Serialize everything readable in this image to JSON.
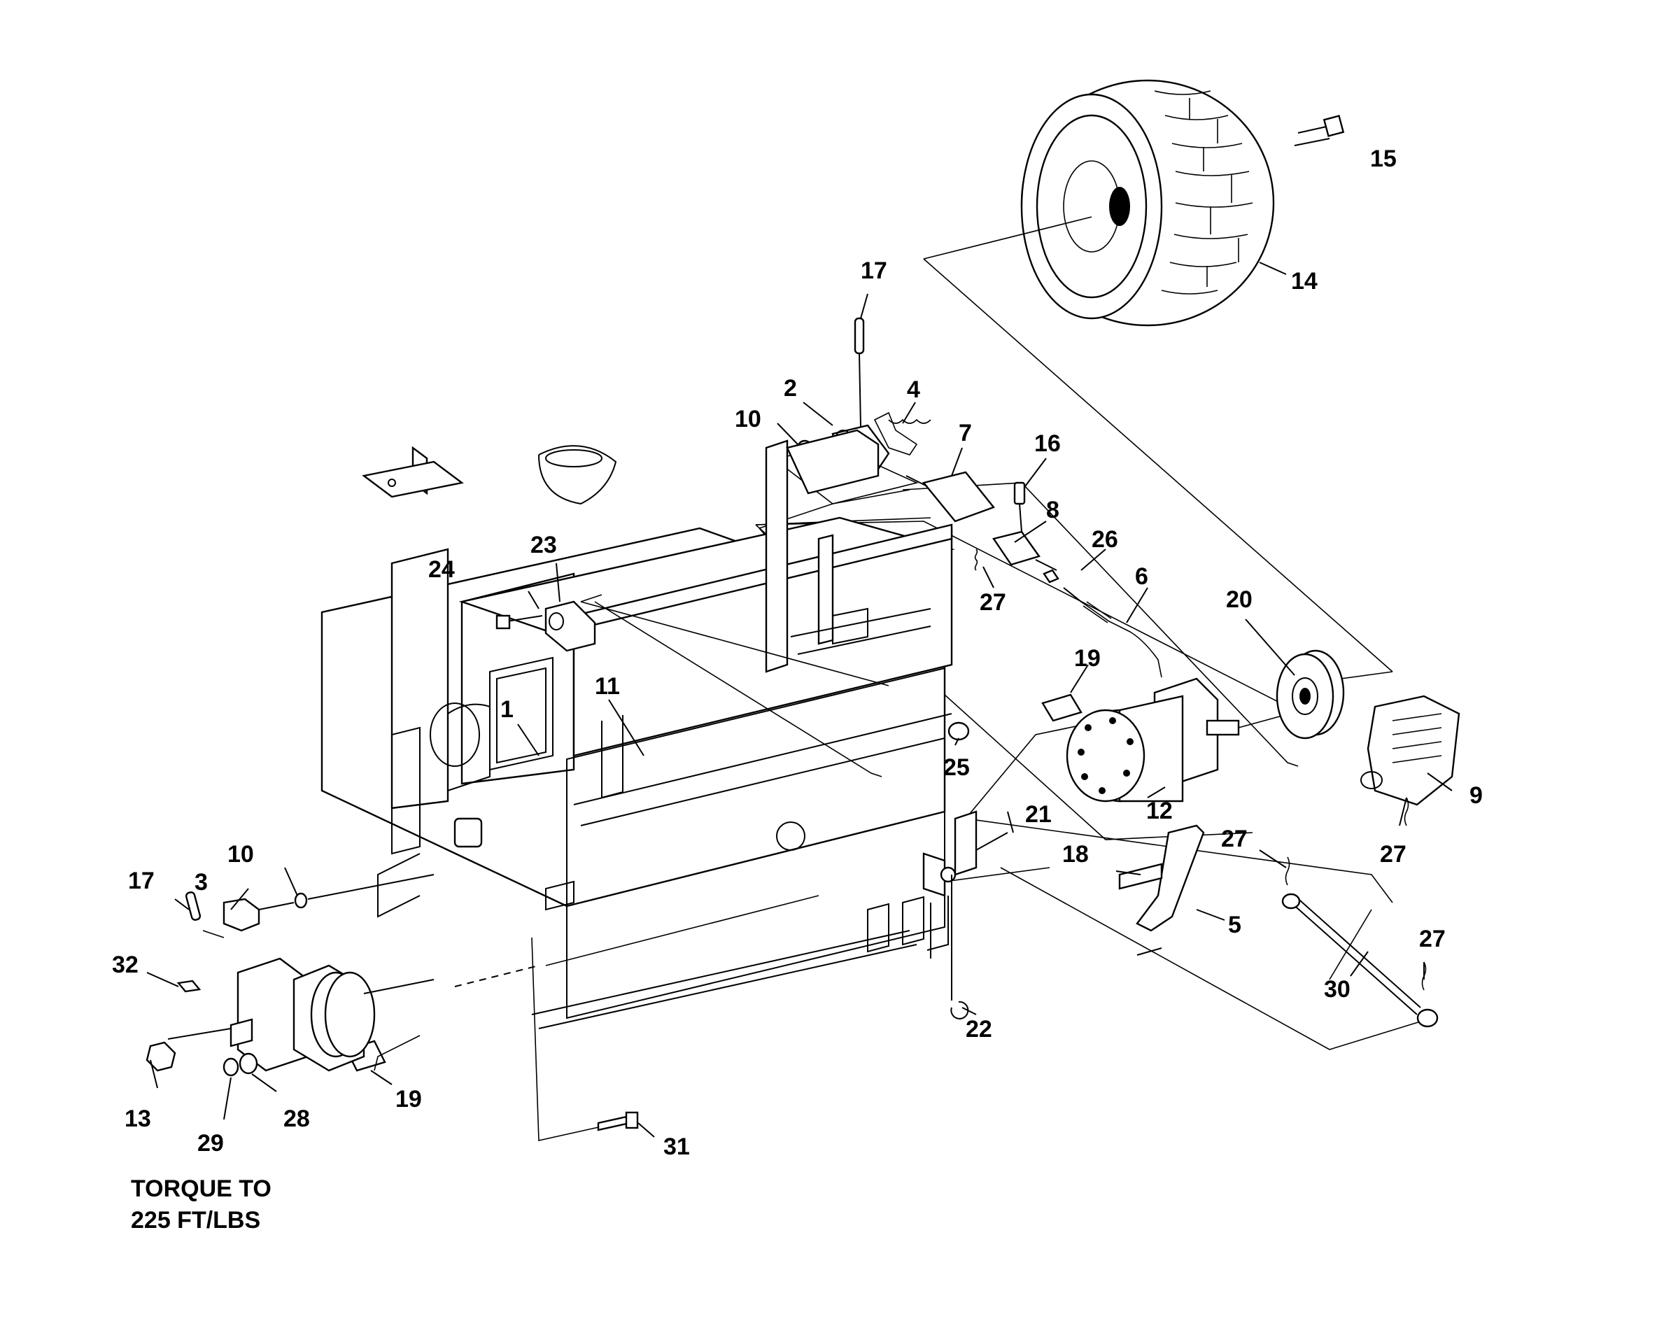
{
  "callouts": {
    "c1": "1",
    "c2": "2",
    "c3": "3",
    "c4": "4",
    "c5": "5",
    "c6": "6",
    "c7": "7",
    "c8": "8",
    "c9": "9",
    "c10a": "10",
    "c10b": "10",
    "c11": "11",
    "c12": "12",
    "c13": "13",
    "c14": "14",
    "c15": "15",
    "c16": "16",
    "c17a": "17",
    "c17b": "17",
    "c18": "18",
    "c19a": "19",
    "c19b": "19",
    "c20": "20",
    "c21": "21",
    "c22": "22",
    "c23": "23",
    "c24": "24",
    "c25": "25",
    "c26": "26",
    "c27a": "27",
    "c27b": "27",
    "c27c": "27",
    "c27d": "27",
    "c28": "28",
    "c29": "29",
    "c30": "30",
    "c31": "31",
    "c32": "32"
  },
  "note": {
    "line1": "TORQUE TO",
    "line2": "225 FT/LBS"
  }
}
